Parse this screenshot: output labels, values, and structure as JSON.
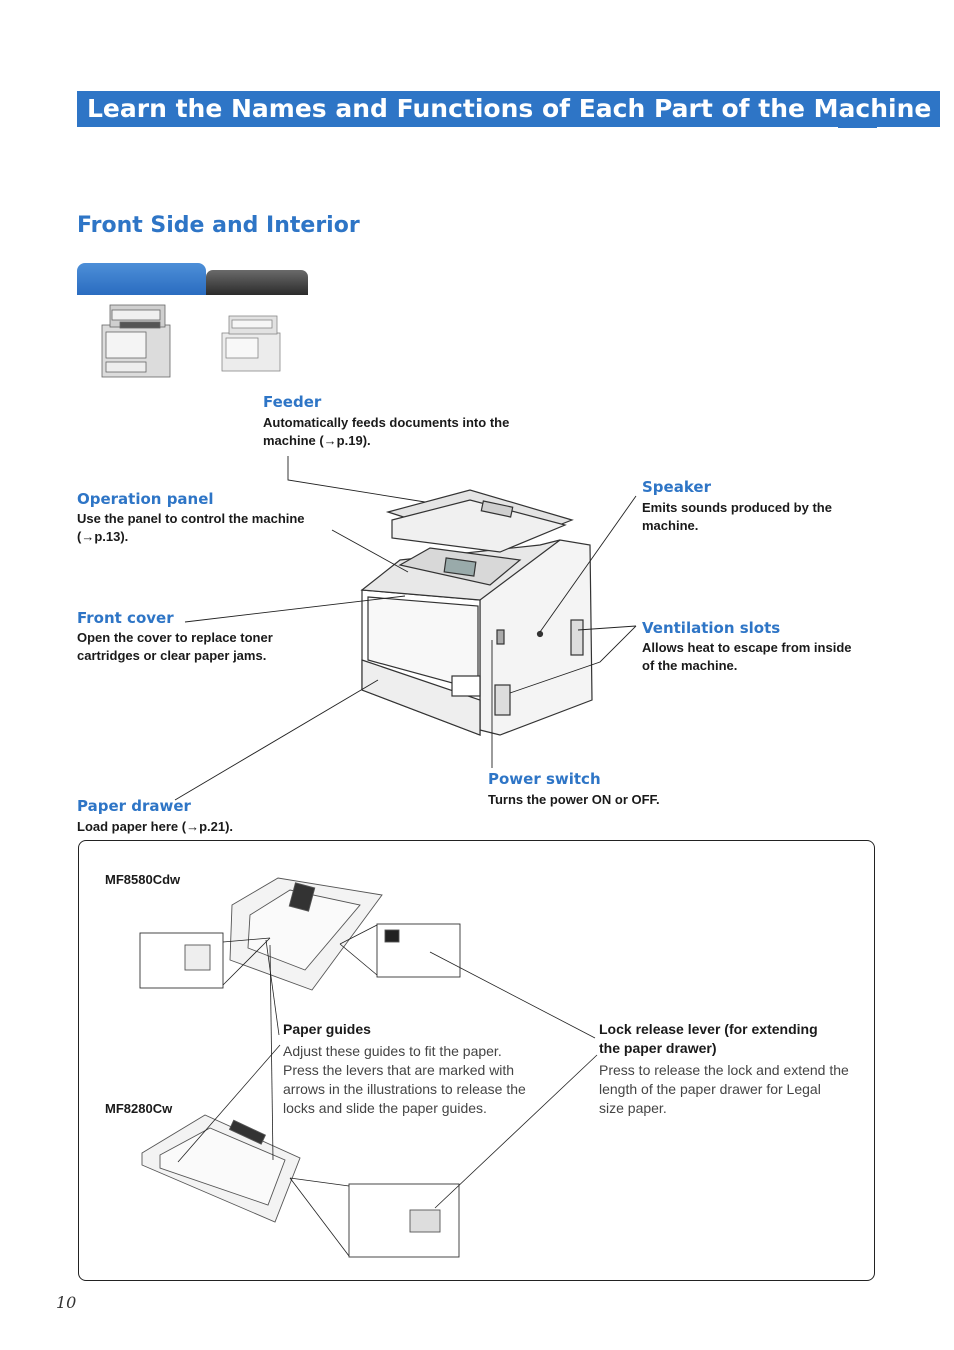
{
  "page": {
    "title": "Learn the Names and Functions of Each Part of the Machine",
    "section_title": "Front Side and Interior",
    "page_number": "10"
  },
  "callouts": {
    "feeder": {
      "head": "Feeder",
      "text1": "Automatically feeds documents into the",
      "text2": "machine (→p.19)."
    },
    "operation_panel": {
      "head": "Operation panel",
      "text1": "Use the panel to control the machine",
      "text2": "(→p.13)."
    },
    "front_cover": {
      "head": "Front cover",
      "text1": "Open the cover to replace toner",
      "text2": "cartridges or clear paper jams."
    },
    "paper_drawer": {
      "head": "Paper drawer",
      "text1": "Load paper here  (→p.21)."
    },
    "speaker": {
      "head": "Speaker",
      "text1": "Emits sounds produced by the",
      "text2": "machine."
    },
    "ventilation_slots": {
      "head": "Ventilation slots",
      "text1": "Allows heat to escape from inside",
      "text2": "of the machine."
    },
    "power_switch": {
      "head": "Power switch",
      "text1": "Turns the power ON or OFF."
    }
  },
  "box": {
    "model_a": "MF8580Cdw",
    "model_b": "MF8280Cw",
    "paper_guides": {
      "head": "Paper guides",
      "lines": [
        "Adjust these guides to fit the paper.",
        "Press the levers that are marked with",
        "arrows in the illustrations to release the",
        "locks and slide the paper guides."
      ]
    },
    "lock_release": {
      "head_lines": [
        "Lock release lever (for extending",
        "the paper drawer)"
      ],
      "lines": [
        "Press to release the lock and extend the",
        "length of the paper drawer for Legal",
        "size paper."
      ]
    }
  },
  "colors": {
    "accent": "#2e75c6",
    "text": "#1a1a1a",
    "tab_dark": "#2b2b2b"
  }
}
